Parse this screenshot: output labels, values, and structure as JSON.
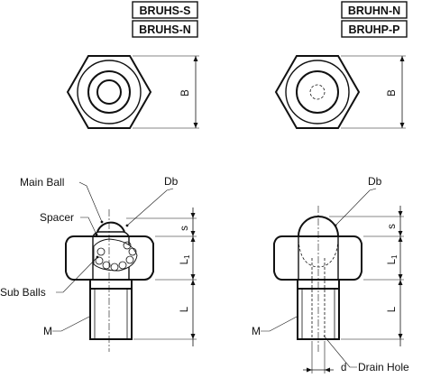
{
  "models": {
    "left_top": "BRUHS-S",
    "left_bottom": "BRUHS-N",
    "right_top": "BRUHN-N",
    "right_bottom": "BRUHP-P"
  },
  "labels": {
    "main_ball": "Main Ball",
    "spacer": "Spacer",
    "sub_balls": "Sub Balls",
    "thread": "M",
    "thread_right": "M",
    "ball_dia": "Db",
    "ball_dia_right": "Db",
    "drain_hole": "Drain Hole"
  },
  "dimensions": {
    "across_flats_left": "B",
    "across_flats_right": "B",
    "s_left": "s",
    "l1_left": "L",
    "l1_left_sub": "1",
    "l_left": "L",
    "s_right": "s",
    "l1_right": "L",
    "l1_right_sub": "1",
    "l_right": "L",
    "d_right": "d"
  }
}
